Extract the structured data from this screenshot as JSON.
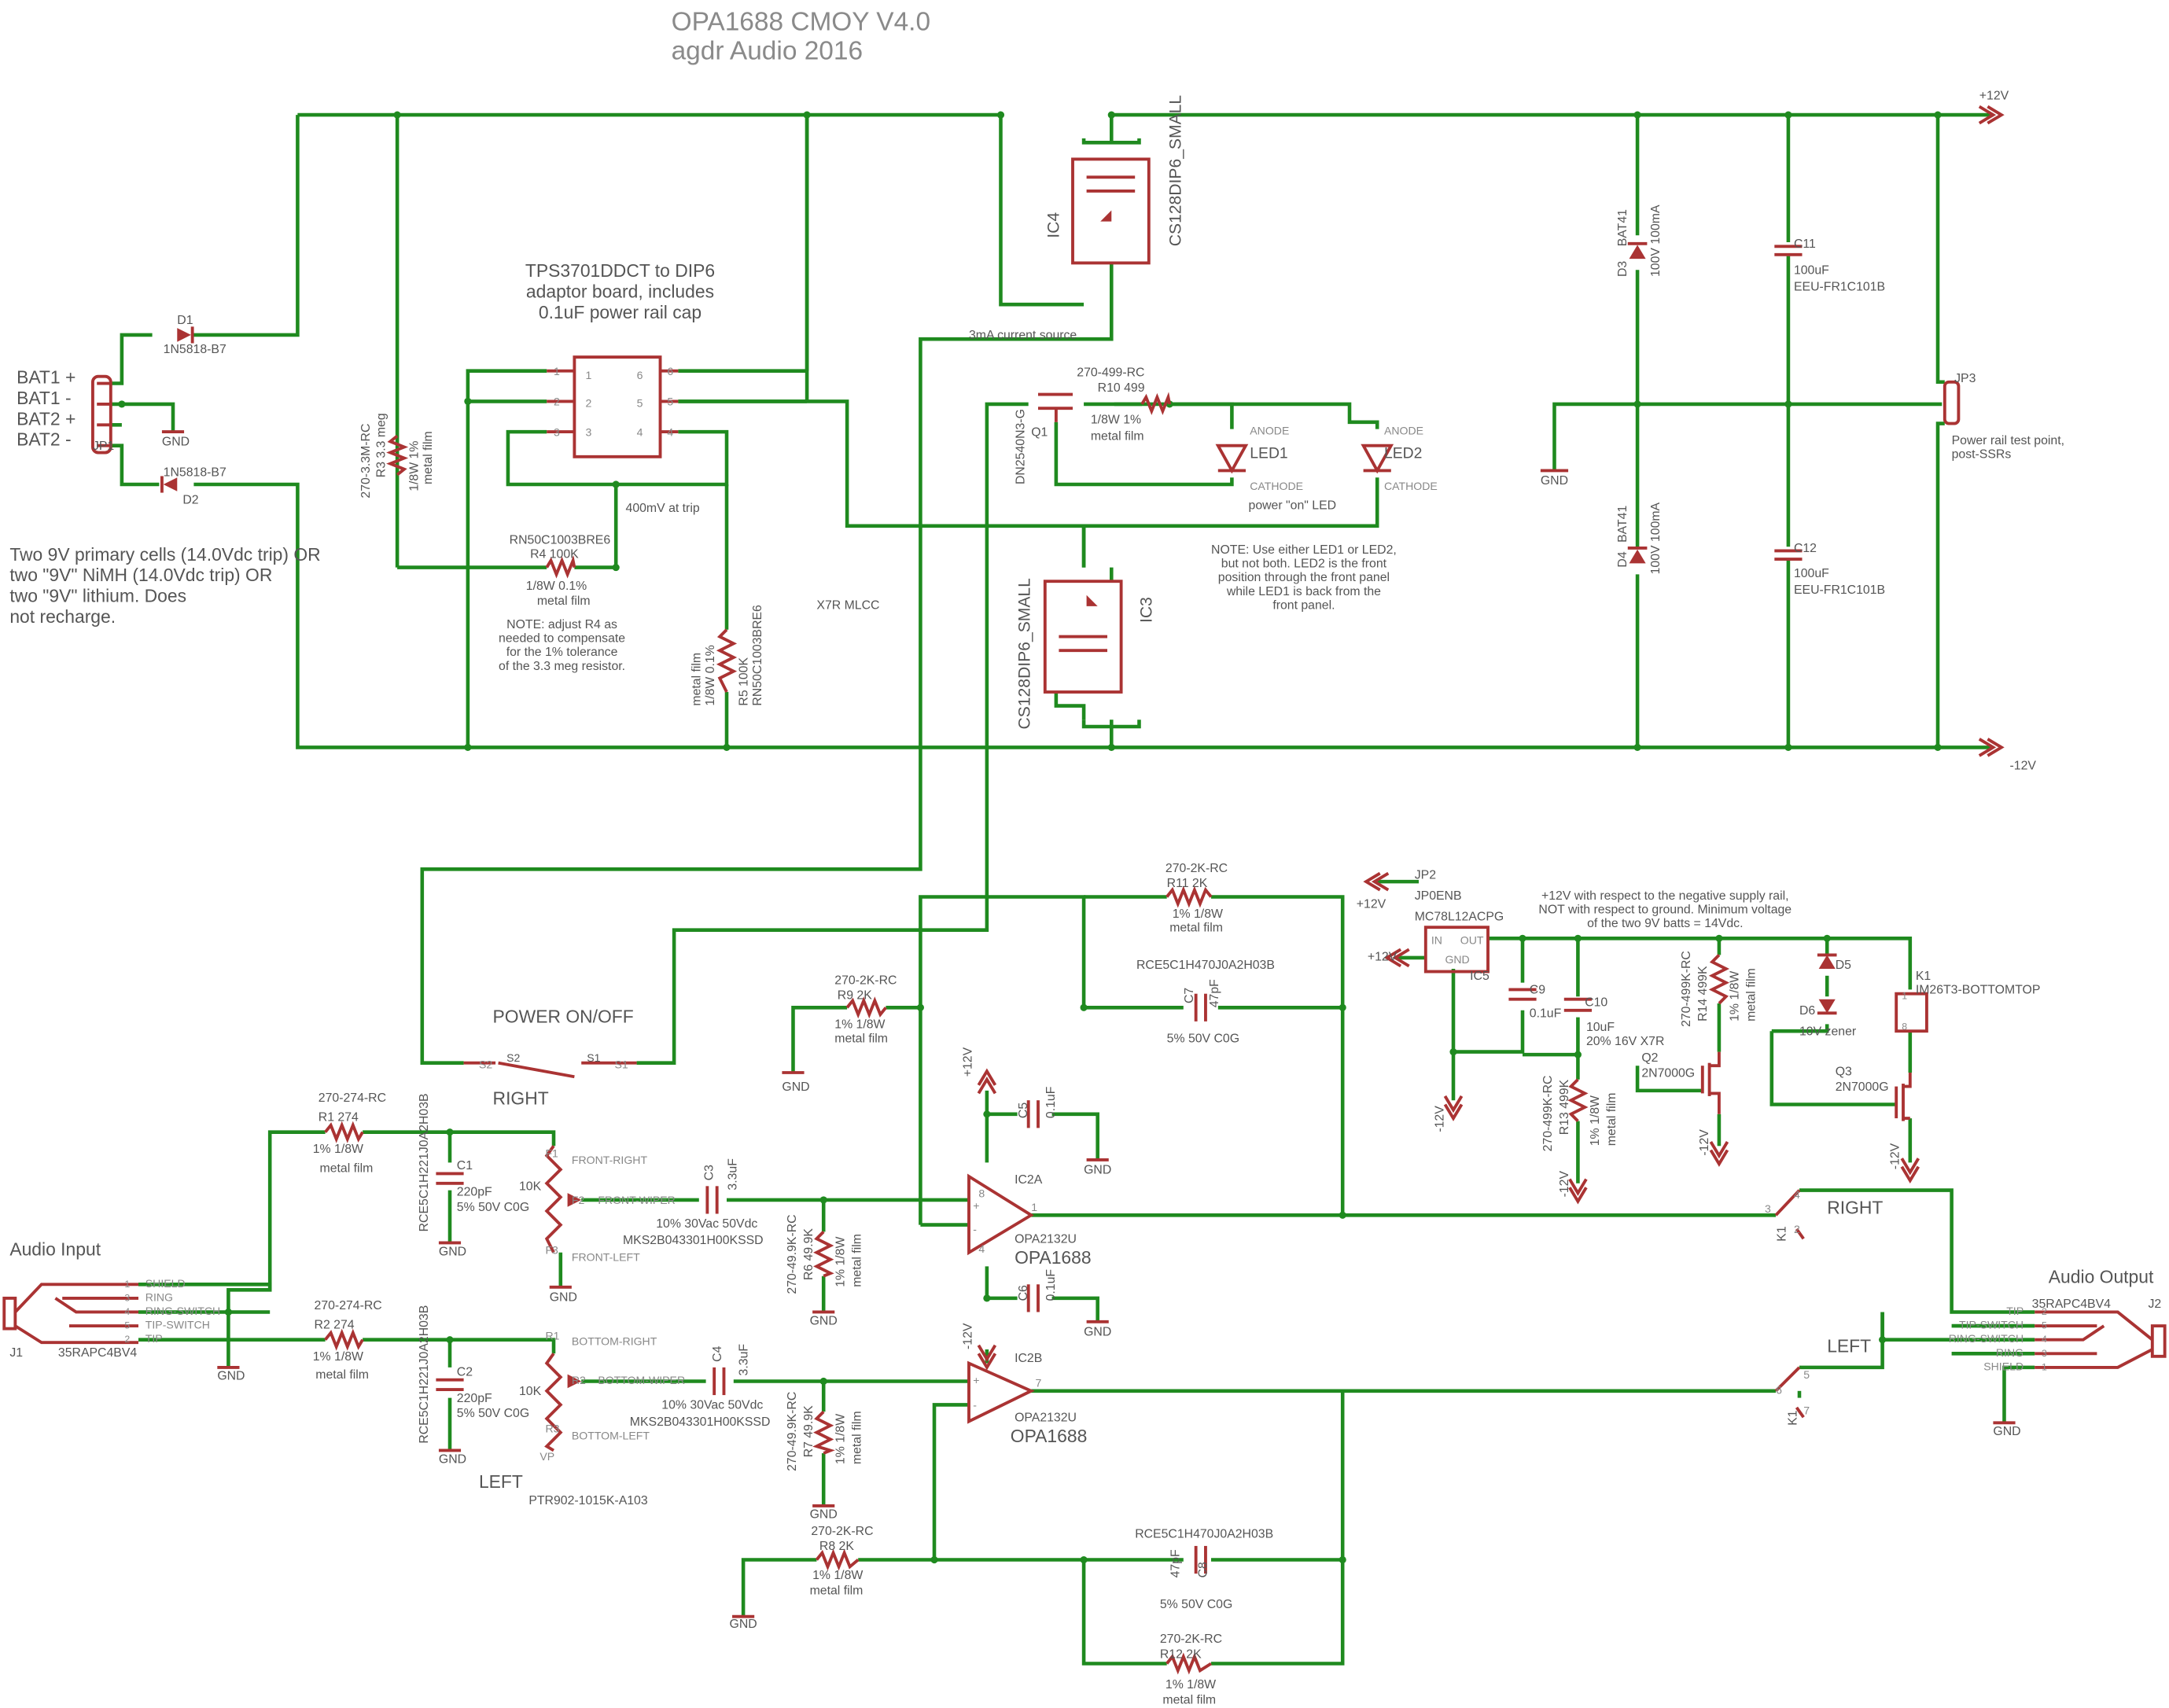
{
  "title": {
    "line1": "OPA1688  CMOY V4.0",
    "line2": "agdr Audio 2016"
  },
  "common": {
    "gnd": "GND"
  },
  "rails": {
    "pos": "+12V",
    "neg": "-12V"
  },
  "battery": {
    "pins": [
      "BAT1 +",
      "BAT1 -",
      "BAT2 +",
      "BAT2 -"
    ],
    "connector": "JP1"
  },
  "d1": {
    "name": "D1",
    "part": "1N5818-B7"
  },
  "d2": {
    "name": "D2",
    "part": "1N5818-B7"
  },
  "notes": {
    "batteries": [
      "Two 9V primary cells (14.0Vdc trip) OR",
      "two \"9V\" NiMH (14.0Vdc trip) OR",
      "two \"9V\" lithium.  Does",
      "not recharge."
    ]
  },
  "tps": {
    "note": [
      "TPS3701DDCT to DIP6",
      "adaptor board, includes",
      "0.1uF power rail cap"
    ],
    "pins": [
      "1",
      "2",
      "3",
      "6",
      "5",
      "4"
    ],
    "trip": "400mV at trip"
  },
  "r3": {
    "part": "270-3.3M-RC",
    "name": "R3  3.3 meg",
    "spec": "1/8W 1%",
    "type": "metal film"
  },
  "r4": {
    "part": "RN50C1003BRE6",
    "name": "R4    100K",
    "spec": "1/8W 0.1%",
    "type": "metal film",
    "note": [
      "NOTE: adjust R4 as",
      "needed to compensate",
      "for the 1% tolerance",
      "of the 3.3 meg resistor."
    ]
  },
  "r5": {
    "type": "metal film",
    "spec": "1/8W 0.1%",
    "name": "R5   100K",
    "part": "RN50C1003BRE6"
  },
  "labels": {
    "x7r": "X7R MLCC",
    "source3ma": "3mA current source",
    "power_switch": "POWER ON/OFF",
    "right_pot": "RIGHT",
    "left_pot": "LEFT",
    "right_out": "RIGHT",
    "left_out": "LEFT"
  },
  "ic4": {
    "name": "IC4",
    "part": "CS128DIP6_SMALL"
  },
  "ic3": {
    "name": "IC3",
    "part": "CS128DIP6_SMALL"
  },
  "q1": {
    "part": "DN2540N3-G",
    "name": "Q1"
  },
  "r10": {
    "part": "270-499-RC",
    "name": "R10   499",
    "spec": "1/8W 1%",
    "type": "metal film"
  },
  "leds": {
    "anode": "ANODE",
    "cathode": "CATHODE",
    "led1": "LED1",
    "led2": "LED2",
    "caption": "power \"on\" LED",
    "note": [
      "NOTE: Use either LED1 or LED2,",
      "but not both.  LED2 is the front",
      "position through the front panel",
      "while LED1 is back from the",
      "front panel."
    ]
  },
  "d3": {
    "name": "D3",
    "part": "BAT41",
    "spec": "100V 100mA"
  },
  "d4": {
    "name": "D4",
    "part": "BAT41",
    "spec": "100V 100mA"
  },
  "c11": {
    "name": "C11",
    "value": "100uF",
    "part": "EEU-FR1C101B"
  },
  "c12": {
    "name": "C12",
    "value": "100uF",
    "part": "EEU-FR1C101B"
  },
  "jp3": {
    "name": "JP3",
    "note": [
      "Power rail test point,",
      "post-SSRs"
    ]
  },
  "switch": {
    "s2a": "S2",
    "s2b": "S2",
    "s1a": "S1",
    "s1b": "S1"
  },
  "r11": {
    "part": "270-2K-RC",
    "name": "R11     2K",
    "spec": "1% 1/8W",
    "type": "metal film"
  },
  "c7": {
    "part": "RCE5C1H470J0A2H03B",
    "name": "C7",
    "value": "47pF",
    "spec": "5% 50V C0G"
  },
  "r9": {
    "part": "270-2K-RC",
    "name": "R9     2K",
    "spec": "1% 1/8W",
    "type": "metal film"
  },
  "r1": {
    "part": "270-274-RC",
    "name": "R1     274",
    "spec": "1% 1/8W",
    "type": "metal film"
  },
  "c1": {
    "part": "RCE5C1H221J0A2H03B",
    "name": "C1",
    "value": "220pF",
    "spec": "5% 50V C0G"
  },
  "pot": {
    "value": "10K",
    "pins": [
      "F1",
      "F2",
      "F3"
    ],
    "labels": [
      "FRONT-RIGHT",
      "FRONT-WIPER",
      "FRONT-LEFT"
    ],
    "pins_b": [
      "R1",
      "R2",
      "R3",
      "VP"
    ],
    "labels_b": [
      "BOTTOM-RIGHT",
      "BOTTOM-WIPER",
      "BOTTOM-LEFT"
    ],
    "part": "PTR902-1015K-A103"
  },
  "c3": {
    "name": "C3",
    "value": "3.3uF",
    "spec": "10% 30Vac 50Vdc",
    "part": "MKS2B043301H00KSSD"
  },
  "r6": {
    "part": "270-49.9K-RC",
    "name": "R6  49.9K",
    "spec": "1% 1/8W",
    "type": "metal film"
  },
  "c5": {
    "name": "C5",
    "value": "0.1uF"
  },
  "c6": {
    "name": "C6",
    "value": "0.1uF"
  },
  "ic2a": {
    "name": "IC2A",
    "pins": [
      "+",
      "-",
      "8",
      "4",
      "1"
    ],
    "part": "OPA2132U",
    "label": "OPA1688"
  },
  "ic2b": {
    "name": "IC2B",
    "pins": [
      "+",
      "-",
      "7"
    ],
    "part": "OPA2132U",
    "label": "OPA1688"
  },
  "audio_in": {
    "title": "Audio Input",
    "pins": [
      "1",
      "3",
      "4",
      "5",
      "2"
    ],
    "signals": [
      "SHIELD",
      "RING",
      "RING-SWITCH",
      "TIP-SWITCH",
      "TIP"
    ],
    "designator": "J1",
    "part": "35RAPC4BV4"
  },
  "r2": {
    "part": "270-274-RC",
    "name": "R2     274",
    "spec": "1% 1/8W",
    "type": "metal film"
  },
  "c2": {
    "part": "RCE5C1H221J0A2H03B",
    "name": "C2",
    "value": "220pF",
    "spec": "5% 50V C0G"
  },
  "c4": {
    "name": "C4",
    "value": "3.3uF",
    "spec": "10% 30Vac 50Vdc",
    "part": "MKS2B043301H00KSSD"
  },
  "r7": {
    "part": "270-49.9K-RC",
    "name": "R7  49.9K",
    "spec": "1% 1/8W",
    "type": "metal film"
  },
  "r8": {
    "part": "270-2K-RC",
    "name": "R8     2K",
    "spec": "1% 1/8W",
    "type": "metal film"
  },
  "c8": {
    "part": "RCE5C1H470J0A2H03B",
    "value": "47pF",
    "name": "C8",
    "spec": "5% 50V C0G"
  },
  "r12": {
    "part": "270-2K-RC",
    "name": "R12     2K",
    "spec": "1% 1/8W",
    "type": "metal film"
  },
  "jp2": {
    "name": "JP2",
    "part": "JP0ENB"
  },
  "ic5": {
    "part": "MC78L12ACPG",
    "pins": [
      "IN",
      "OUT",
      "GND"
    ],
    "name": "IC5",
    "note": [
      "+12V with respect to the negative supply rail,",
      "NOT with respect to ground.  Minimum voltage",
      "of the two 9V batts = 14Vdc."
    ]
  },
  "c9": {
    "name": "C9",
    "value": "0.1uF"
  },
  "c10": {
    "name": "C10",
    "value": "10uF",
    "spec": "20% 16V X7R"
  },
  "r13": {
    "part": "270-499K-RC",
    "name": "R13  499K",
    "spec": "1% 1/8W",
    "type": "metal film"
  },
  "r14": {
    "part": "270-499K-RC",
    "name": "R14  499K",
    "spec": "1% 1/8W",
    "type": "metal film"
  },
  "q2": {
    "name": "Q2",
    "part": "2N7000G"
  },
  "q3": {
    "name": "Q3",
    "part": "2N7000G"
  },
  "d5": {
    "name": "D5"
  },
  "d6": {
    "name": "D6",
    "part": "10V zener"
  },
  "k1": {
    "name": "K1",
    "part": "IM26T3-BOTTOMTOP",
    "coil_pins": [
      "1",
      "8"
    ],
    "contacts_r": [
      "3",
      "4",
      "2"
    ],
    "contacts_l": [
      "6",
      "5",
      "7"
    ]
  },
  "audio_out": {
    "title": "Audio Output",
    "pins": [
      "2",
      "5",
      "4",
      "3",
      "1"
    ],
    "signals": [
      "TIP",
      "TIP-SWITCH",
      "RING-SWITCH",
      "RING",
      "SHIELD"
    ],
    "part": "35RAPC4BV4",
    "designator": "J2"
  }
}
